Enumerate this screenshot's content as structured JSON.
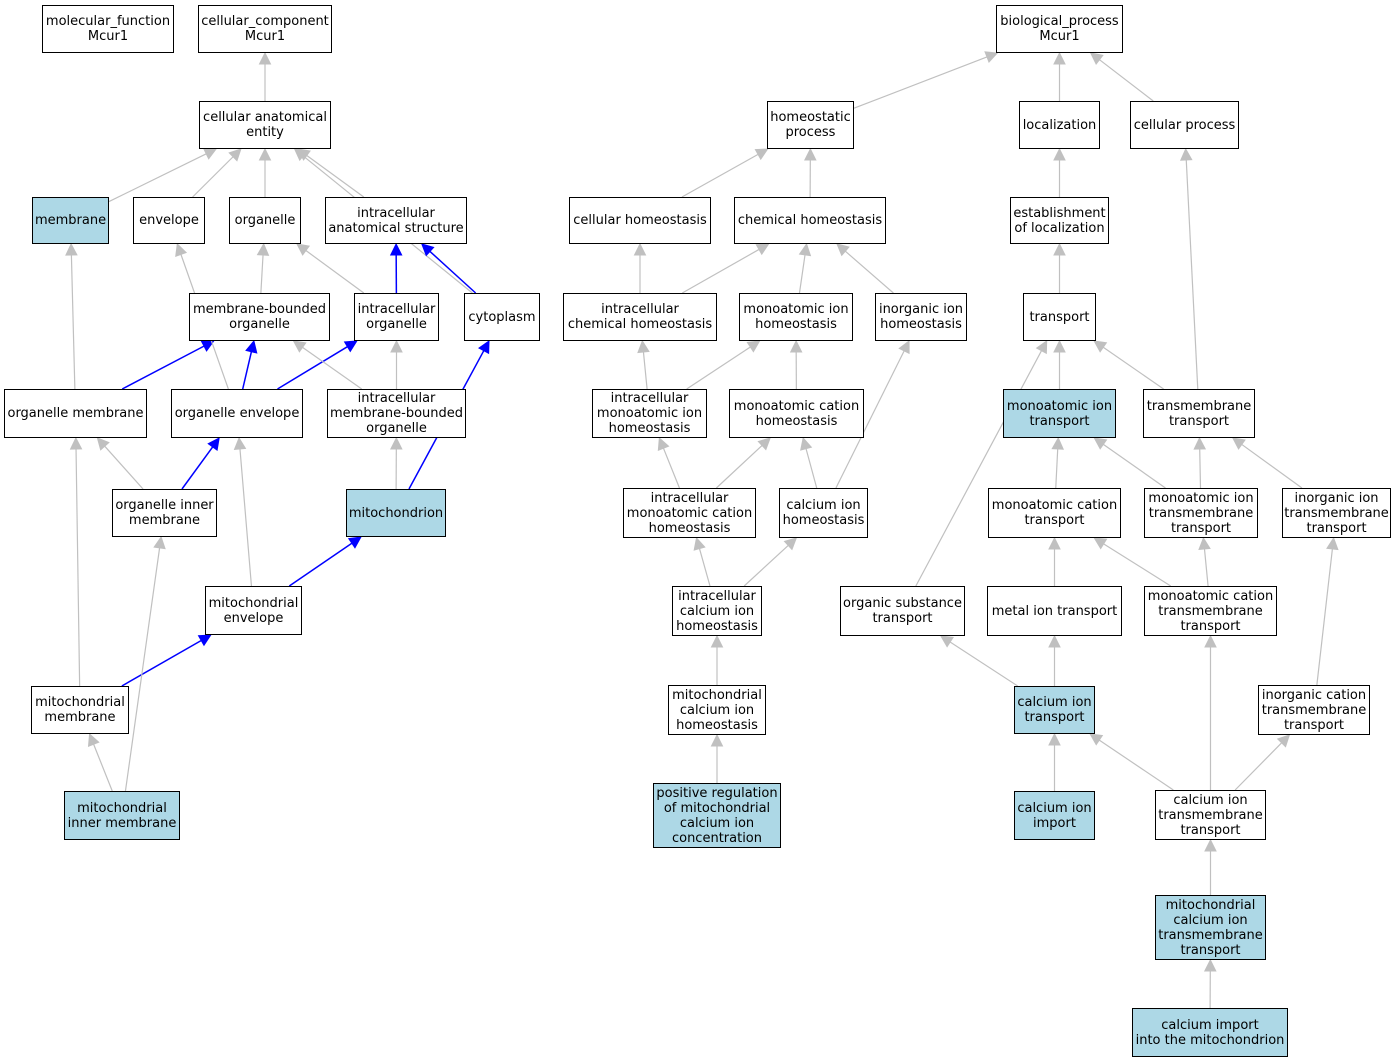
{
  "colors": {
    "highlight_fill": "#add8e6",
    "default_fill": "#ffffff",
    "edge_gray": "#c0c0c0",
    "edge_blue": "#0000ff"
  },
  "nodes": {
    "mf": {
      "label": "molecular_function\nMcur1",
      "highlight": false
    },
    "cc": {
      "label": "cellular_component\nMcur1",
      "highlight": false
    },
    "bp": {
      "label": "biological_process\nMcur1",
      "highlight": false
    },
    "cae": {
      "label": "cellular anatomical\nentity",
      "highlight": false
    },
    "membrane": {
      "label": "membrane",
      "highlight": true
    },
    "envelope": {
      "label": "envelope",
      "highlight": false
    },
    "organelle": {
      "label": "organelle",
      "highlight": false
    },
    "ias": {
      "label": "intracellular\nanatomical structure",
      "highlight": false
    },
    "mbo": {
      "label": "membrane-bounded\norganelle",
      "highlight": false
    },
    "io": {
      "label": "intracellular\norganelle",
      "highlight": false
    },
    "cytoplasm": {
      "label": "cytoplasm",
      "highlight": false
    },
    "om": {
      "label": "organelle membrane",
      "highlight": false
    },
    "oe": {
      "label": "organelle envelope",
      "highlight": false
    },
    "imbo": {
      "label": "intracellular\nmembrane-bounded\norganelle",
      "highlight": false
    },
    "oim": {
      "label": "organelle inner\nmembrane",
      "highlight": false
    },
    "mito": {
      "label": "mitochondrion",
      "highlight": true
    },
    "menv": {
      "label": "mitochondrial\nenvelope",
      "highlight": false
    },
    "mmem": {
      "label": "mitochondrial\nmembrane",
      "highlight": false
    },
    "mim": {
      "label": "mitochondrial\ninner membrane",
      "highlight": true
    },
    "hp": {
      "label": "homeostatic\nprocess",
      "highlight": false
    },
    "ch": {
      "label": "cellular homeostasis",
      "highlight": false
    },
    "chem": {
      "label": "chemical homeostasis",
      "highlight": false
    },
    "ichem": {
      "label": "intracellular\nchemical homeostasis",
      "highlight": false
    },
    "mih": {
      "label": "monoatomic ion\nhomeostasis",
      "highlight": false
    },
    "inih": {
      "label": "inorganic ion\nhomeostasis",
      "highlight": false
    },
    "imih": {
      "label": "intracellular\nmonoatomic ion\nhomeostasis",
      "highlight": false
    },
    "mch": {
      "label": "monoatomic cation\nhomeostasis",
      "highlight": false
    },
    "imch": {
      "label": "intracellular\nmonoatomic cation\nhomeostasis",
      "highlight": false
    },
    "cih": {
      "label": "calcium ion\nhomeostasis",
      "highlight": false
    },
    "icih": {
      "label": "intracellular\ncalcium ion\nhomeostasis",
      "highlight": false
    },
    "mcih": {
      "label": "mitochondrial\ncalcium ion\nhomeostasis",
      "highlight": false
    },
    "prmc": {
      "label": "positive regulation\nof mitochondrial\ncalcium ion\nconcentration",
      "highlight": true
    },
    "loc": {
      "label": "localization",
      "highlight": false
    },
    "cp": {
      "label": "cellular process",
      "highlight": false
    },
    "eol": {
      "label": "establishment\nof localization",
      "highlight": false
    },
    "transport": {
      "label": "transport",
      "highlight": false
    },
    "mit": {
      "label": "monoatomic ion\ntransport",
      "highlight": true
    },
    "tmt": {
      "label": "transmembrane\ntransport",
      "highlight": false
    },
    "mct": {
      "label": "monoatomic cation\ntransport",
      "highlight": false
    },
    "mitt": {
      "label": "monoatomic ion\ntransmembrane\ntransport",
      "highlight": false
    },
    "iitt": {
      "label": "inorganic ion\ntransmembrane\ntransport",
      "highlight": false
    },
    "ost": {
      "label": "organic substance\ntransport",
      "highlight": false
    },
    "mett": {
      "label": "metal ion transport",
      "highlight": false
    },
    "mctt": {
      "label": "monoatomic cation\ntransmembrane\ntransport",
      "highlight": false
    },
    "cit": {
      "label": "calcium ion\ntransport",
      "highlight": true
    },
    "ictt": {
      "label": "inorganic cation\ntransmembrane\ntransport",
      "highlight": false
    },
    "cii": {
      "label": "calcium ion\nimport",
      "highlight": true
    },
    "citt": {
      "label": "calcium ion\ntransmembrane\ntransport",
      "highlight": false
    },
    "mcitt": {
      "label": "mitochondrial\ncalcium ion\ntransmembrane\ntransport",
      "highlight": true
    },
    "cim": {
      "label": "calcium import\ninto the mitochondrion",
      "highlight": true
    }
  },
  "edges": [
    {
      "from": "cae",
      "to": "cc",
      "color": "gray"
    },
    {
      "from": "membrane",
      "to": "cae",
      "color": "gray"
    },
    {
      "from": "envelope",
      "to": "cae",
      "color": "gray"
    },
    {
      "from": "organelle",
      "to": "cae",
      "color": "gray"
    },
    {
      "from": "ias",
      "to": "cae",
      "color": "gray"
    },
    {
      "from": "cytoplasm",
      "to": "cae",
      "color": "gray"
    },
    {
      "from": "mbo",
      "to": "organelle",
      "color": "gray"
    },
    {
      "from": "io",
      "to": "organelle",
      "color": "gray"
    },
    {
      "from": "io",
      "to": "ias",
      "color": "blue"
    },
    {
      "from": "cytoplasm",
      "to": "ias",
      "color": "blue"
    },
    {
      "from": "om",
      "to": "membrane",
      "color": "gray"
    },
    {
      "from": "om",
      "to": "mbo",
      "color": "blue"
    },
    {
      "from": "oe",
      "to": "mbo",
      "color": "blue"
    },
    {
      "from": "oe",
      "to": "io",
      "color": "blue"
    },
    {
      "from": "oe",
      "to": "envelope",
      "color": "gray"
    },
    {
      "from": "imbo",
      "to": "mbo",
      "color": "gray"
    },
    {
      "from": "imbo",
      "to": "io",
      "color": "gray"
    },
    {
      "from": "oim",
      "to": "om",
      "color": "gray"
    },
    {
      "from": "oim",
      "to": "oe",
      "color": "blue"
    },
    {
      "from": "mito",
      "to": "imbo",
      "color": "gray"
    },
    {
      "from": "mito",
      "to": "cytoplasm",
      "color": "blue"
    },
    {
      "from": "menv",
      "to": "oe",
      "color": "gray"
    },
    {
      "from": "menv",
      "to": "mito",
      "color": "blue"
    },
    {
      "from": "mmem",
      "to": "om",
      "color": "gray"
    },
    {
      "from": "mmem",
      "to": "menv",
      "color": "blue"
    },
    {
      "from": "mim",
      "to": "mmem",
      "color": "gray"
    },
    {
      "from": "mim",
      "to": "oim",
      "color": "gray"
    },
    {
      "from": "hp",
      "to": "bp",
      "color": "gray"
    },
    {
      "from": "loc",
      "to": "bp",
      "color": "gray"
    },
    {
      "from": "cp",
      "to": "bp",
      "color": "gray"
    },
    {
      "from": "ch",
      "to": "hp",
      "color": "gray"
    },
    {
      "from": "chem",
      "to": "hp",
      "color": "gray"
    },
    {
      "from": "ichem",
      "to": "ch",
      "color": "gray"
    },
    {
      "from": "ichem",
      "to": "chem",
      "color": "gray"
    },
    {
      "from": "mih",
      "to": "chem",
      "color": "gray"
    },
    {
      "from": "inih",
      "to": "chem",
      "color": "gray"
    },
    {
      "from": "imih",
      "to": "ichem",
      "color": "gray"
    },
    {
      "from": "imih",
      "to": "mih",
      "color": "gray"
    },
    {
      "from": "mch",
      "to": "mih",
      "color": "gray"
    },
    {
      "from": "imch",
      "to": "imih",
      "color": "gray"
    },
    {
      "from": "imch",
      "to": "mch",
      "color": "gray"
    },
    {
      "from": "cih",
      "to": "mch",
      "color": "gray"
    },
    {
      "from": "cih",
      "to": "inih",
      "color": "gray"
    },
    {
      "from": "icih",
      "to": "imch",
      "color": "gray"
    },
    {
      "from": "icih",
      "to": "cih",
      "color": "gray"
    },
    {
      "from": "mcih",
      "to": "icih",
      "color": "gray"
    },
    {
      "from": "prmc",
      "to": "mcih",
      "color": "gray"
    },
    {
      "from": "eol",
      "to": "loc",
      "color": "gray"
    },
    {
      "from": "transport",
      "to": "eol",
      "color": "gray"
    },
    {
      "from": "mit",
      "to": "transport",
      "color": "gray"
    },
    {
      "from": "tmt",
      "to": "transport",
      "color": "gray"
    },
    {
      "from": "tmt",
      "to": "cp",
      "color": "gray"
    },
    {
      "from": "ost",
      "to": "transport",
      "color": "gray"
    },
    {
      "from": "mct",
      "to": "mit",
      "color": "gray"
    },
    {
      "from": "mitt",
      "to": "mit",
      "color": "gray"
    },
    {
      "from": "mitt",
      "to": "tmt",
      "color": "gray"
    },
    {
      "from": "iitt",
      "to": "tmt",
      "color": "gray"
    },
    {
      "from": "mett",
      "to": "mct",
      "color": "gray"
    },
    {
      "from": "mctt",
      "to": "mct",
      "color": "gray"
    },
    {
      "from": "mctt",
      "to": "mitt",
      "color": "gray"
    },
    {
      "from": "ictt",
      "to": "iitt",
      "color": "gray"
    },
    {
      "from": "cit",
      "to": "ost",
      "color": "gray"
    },
    {
      "from": "cit",
      "to": "mett",
      "color": "gray"
    },
    {
      "from": "cii",
      "to": "cit",
      "color": "gray"
    },
    {
      "from": "citt",
      "to": "cit",
      "color": "gray"
    },
    {
      "from": "citt",
      "to": "mctt",
      "color": "gray"
    },
    {
      "from": "citt",
      "to": "ictt",
      "color": "gray"
    },
    {
      "from": "mcitt",
      "to": "citt",
      "color": "gray"
    },
    {
      "from": "cim",
      "to": "mcitt",
      "color": "gray"
    }
  ]
}
